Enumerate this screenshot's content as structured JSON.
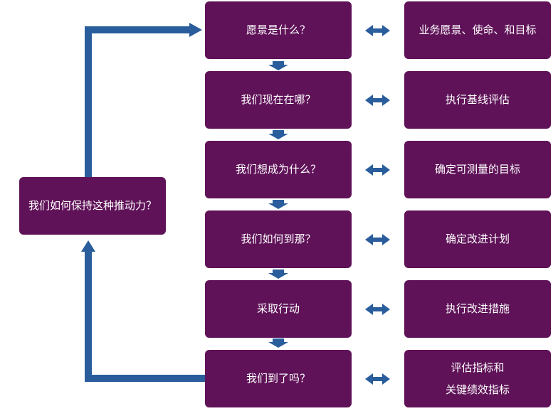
{
  "center_node": {
    "label": "我们如何保持这种推动力？"
  },
  "steps": [
    {
      "question": "愿景是什么？",
      "answer_lines": [
        "业务愿景、使命、和目标"
      ]
    },
    {
      "question": "我们现在在哪？",
      "answer_lines": [
        "执行基线评估"
      ]
    },
    {
      "question": "我们想成为什么？",
      "answer_lines": [
        "确定可测量的目标"
      ]
    },
    {
      "question": "我们如何到那？",
      "answer_lines": [
        "确定改进计划"
      ]
    },
    {
      "question": "采取行动",
      "answer_lines": [
        "执行改进措施"
      ]
    },
    {
      "question": "我们到了吗？",
      "answer_lines": [
        "评估指标和",
        "关键绩效指标"
      ]
    }
  ],
  "colors": {
    "box_fill": "#5f1258",
    "arrow": "#2a5d9c",
    "text": "#ffffff"
  }
}
